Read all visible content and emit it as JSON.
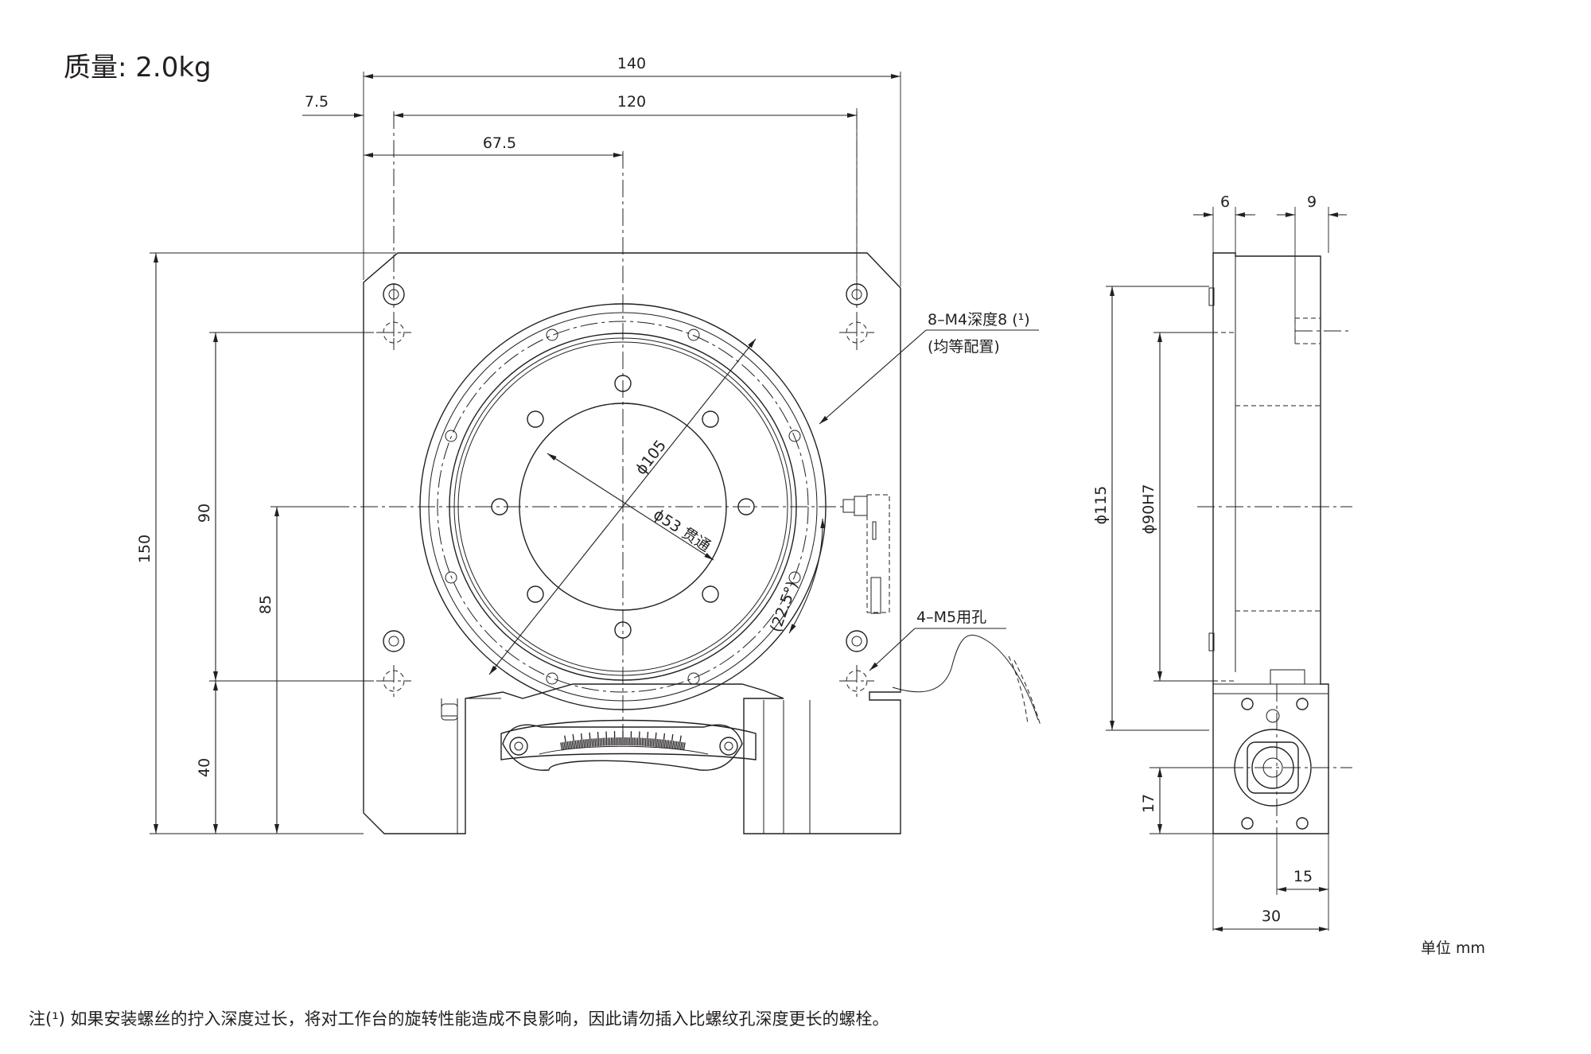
{
  "mass_label": "质量: 2.0kg",
  "dims": {
    "d140": "140",
    "d120": "120",
    "d7_5": "7.5",
    "d67_5": "67.5",
    "d150": "150",
    "d90": "90",
    "d85": "85",
    "d40": "40",
    "phi105": "ϕ105",
    "phi53": "ϕ53 贯通",
    "angle": "(22.5°)",
    "d6": "6",
    "d9": "9",
    "phi115": "ϕ115",
    "phi90h7": "ϕ90H7",
    "d17": "17",
    "d15": "15",
    "d30": "30"
  },
  "callouts": {
    "m4_line1": "8–M4深度8 (¹)",
    "m4_line2": "(均等配置)",
    "m5": "4–M5用孔"
  },
  "units": "单位 mm",
  "note": "注(¹)   如果安装螺丝的拧入深度过长，将对工作台的旋转性能造成不良影响，因此请勿插入比螺纹孔深度更长的螺栓。"
}
